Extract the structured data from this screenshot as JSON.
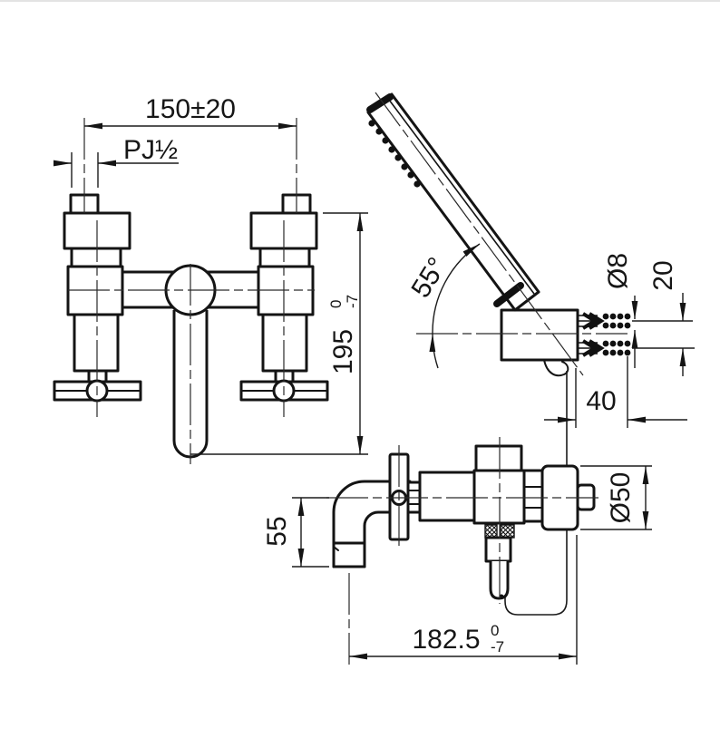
{
  "drawing": {
    "front_view": {
      "inlet_spacing": "150±20",
      "thread": "PJ½",
      "height": {
        "value": "195",
        "tol_hi": "0",
        "tol_lo": "-7"
      }
    },
    "hand_shower": {
      "angle": "55°",
      "hole_dia": "Ø8",
      "hole_pitch": "20",
      "bracket_offset": "40"
    },
    "side_view": {
      "spout_drop": "55",
      "flange_dia": "Ø50",
      "reach": {
        "value": "182.5",
        "tol_hi": "0",
        "tol_lo": "-7"
      }
    },
    "colors": {
      "line": "#141414",
      "background": "#ffffff"
    }
  }
}
